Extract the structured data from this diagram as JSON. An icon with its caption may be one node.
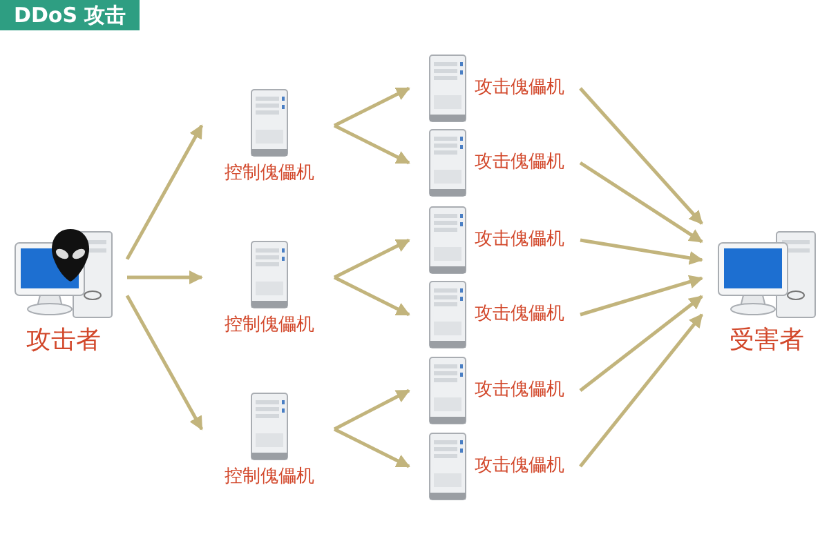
{
  "diagram": {
    "title": "DDoS 攻击",
    "nodes": [
      {
        "text": [
          "攻击者"
        ]
      },
      {
        "text": [
          "控制傀儡机"
        ]
      },
      {
        "text": [
          "攻击傀儡机"
        ]
      },
      {
        "text": [
          "攻击傀儡机"
        ]
      },
      {
        "text": [
          "控制傀儡机"
        ]
      },
      {
        "text": [
          "攻击傀儡机"
        ]
      },
      {
        "text": [
          "攻击傀儡机"
        ]
      },
      {
        "text": [
          "控制傀儡机"
        ]
      },
      {
        "text": [
          "攻击傀儡机"
        ]
      },
      {
        "text": [
          "攻击傀儡机"
        ]
      },
      {
        "text": [
          "受害者"
        ]
      }
    ],
    "edges": [
      {
        "from": 0,
        "to": 1,
        "arrow": "to"
      },
      {
        "from": 0,
        "to": 4,
        "arrow": "to"
      },
      {
        "from": 0,
        "to": 7,
        "arrow": "to"
      },
      {
        "from": 1,
        "to": 2,
        "arrow": "to"
      },
      {
        "from": 1,
        "to": 3,
        "arrow": "to"
      },
      {
        "from": 4,
        "to": 5,
        "arrow": "to"
      },
      {
        "from": 4,
        "to": 6,
        "arrow": "to"
      },
      {
        "from": 7,
        "to": 8,
        "arrow": "to"
      },
      {
        "from": 7,
        "to": 9,
        "arrow": "to"
      },
      {
        "from": 2,
        "to": 10,
        "arrow": "to"
      },
      {
        "from": 3,
        "to": 10,
        "arrow": "to"
      },
      {
        "from": 5,
        "to": 10,
        "arrow": "to"
      },
      {
        "from": 6,
        "to": 10,
        "arrow": "to"
      },
      {
        "from": 8,
        "to": 10,
        "arrow": "to"
      },
      {
        "from": 9,
        "to": 10,
        "arrow": "to"
      }
    ]
  }
}
